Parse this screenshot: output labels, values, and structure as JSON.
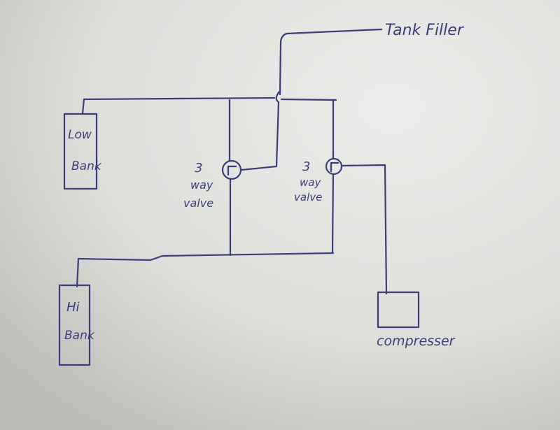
{
  "diagram": {
    "tank_filler_label": "Tank Filler",
    "low_bank": {
      "line1": "Low",
      "line2": "Bank"
    },
    "hi_bank": {
      "line1": "Hi",
      "line2": "Bank"
    },
    "valve_left": {
      "line1": "3",
      "line2": "way",
      "line3": "valve"
    },
    "valve_right": {
      "line1": "3",
      "line2": "way",
      "line3": "valve"
    },
    "compressor_label": "compresser"
  },
  "colors": {
    "ink": "#3b3f78",
    "paper": "#e6e6e3"
  }
}
